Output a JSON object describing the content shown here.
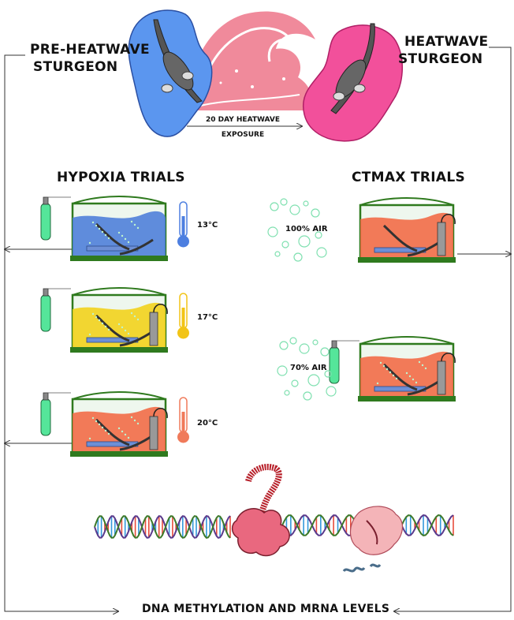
{
  "header": {
    "pre_label_line1": "PRE-HEATWAVE",
    "pre_label_line2": "STURGEON",
    "heat_label_line1": "HEATWAVE",
    "heat_label_line2": "STURGEON",
    "exposure_line1": "20 DAY HEATWAVE",
    "exposure_line2": "EXPOSURE"
  },
  "hypoxia": {
    "title": "HYPOXIA TRIALS",
    "tanks": [
      {
        "temp": "13°C",
        "water_color": "#4f7fd9",
        "thermo_color": "#4d7fe0"
      },
      {
        "temp": "17°C",
        "water_color": "#f2d21c",
        "thermo_color": "#f2c416"
      },
      {
        "temp": "20°C",
        "water_color": "#f26b47",
        "thermo_color": "#f07a5a"
      }
    ]
  },
  "ctmax": {
    "title": "CTMAX TRIALS",
    "tanks": [
      {
        "air": "100% AIR",
        "water_color": "#f26b47"
      },
      {
        "air": "70% AIR",
        "water_color": "#f26b47"
      }
    ]
  },
  "footer": {
    "label": "DNA METHYLATION AND MRNA LEVELS"
  },
  "colors": {
    "pre_blob": "#5b96ef",
    "heat_blob": "#f2509b",
    "wave": "#f08a9b",
    "tank_frame": "#2f7a1e",
    "gas_cylinder": "#55e59a",
    "bubbles": "#7fe0b0"
  }
}
